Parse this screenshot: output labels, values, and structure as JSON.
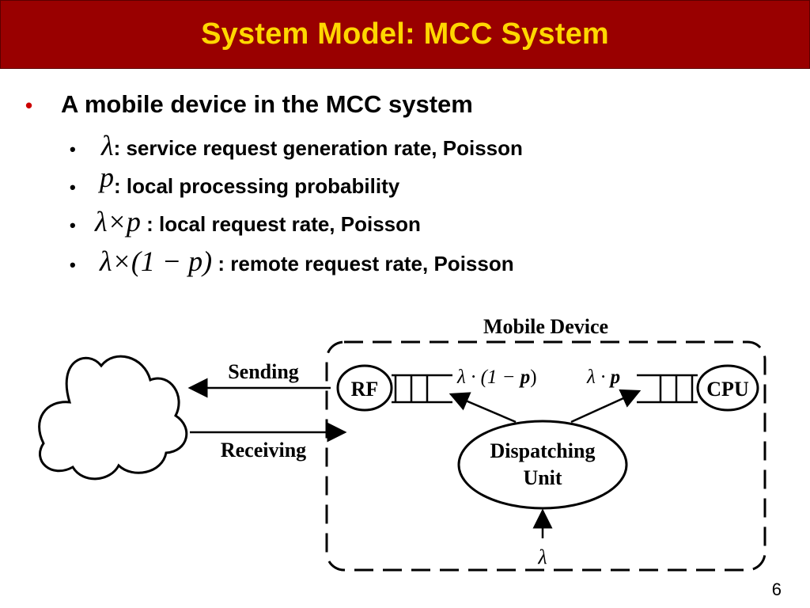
{
  "slide": {
    "title": "System Model: MCC System",
    "page_number": "6"
  },
  "bullets": {
    "main": "A mobile device in the MCC system",
    "items": [
      {
        "math": "λ",
        "text": ": service request generation rate, Poisson"
      },
      {
        "math": "p",
        "text": ": local processing probability"
      },
      {
        "math": "λ×p",
        "text": " : local request rate, Poisson"
      },
      {
        "math": "λ×(1 − p)",
        "text": " : remote request rate, Poisson"
      }
    ]
  },
  "diagram": {
    "device_label": "Mobile Device",
    "sending_label": "Sending",
    "receiving_label": "Receiving",
    "rf_label": "RF",
    "cpu_label": "CPU",
    "dispatch_line1": "Dispatching",
    "dispatch_line2": "Unit",
    "remote_rate_prefix": "λ · (1 − ",
    "remote_rate_p": "p",
    "remote_rate_suffix": ")",
    "local_rate_prefix": "λ · ",
    "local_rate_p": "p",
    "input_rate": "λ"
  },
  "colors": {
    "title_bg": "#990000",
    "title_text": "#ffd700",
    "bullet_main": "#cc0000"
  }
}
